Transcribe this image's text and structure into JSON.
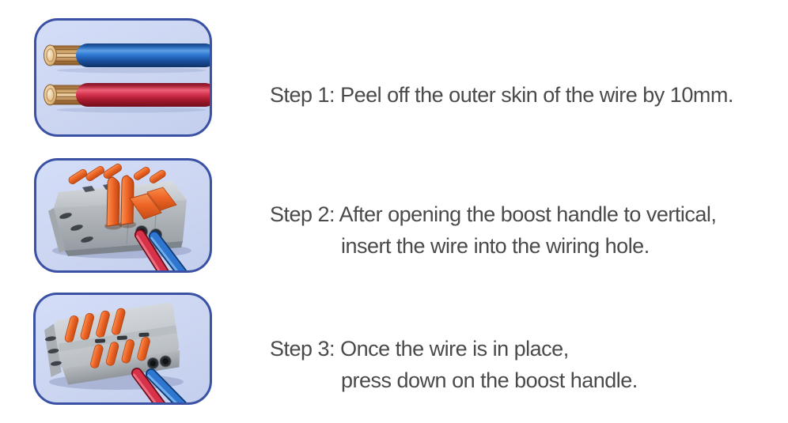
{
  "colors": {
    "page_background": "#ffffff",
    "panel_border": "#3b51a3",
    "panel_bg": "#ccd6f1",
    "text_color": "#4a4a4a",
    "wire_blue": "#2e76cf",
    "wire_red": "#d8314a",
    "copper": "#e8cb9c",
    "lever_orange": "#ee6527",
    "connector_gray": "#b3b8bd"
  },
  "steps": [
    {
      "illustration": "stripped-wires-illustration",
      "lines": [
        "Step 1: Peel off the outer skin of the wire by 10mm."
      ]
    },
    {
      "illustration": "connector-levers-open-illustration",
      "lines": [
        "Step 2: After opening the boost handle to vertical,",
        "insert the wire into the wiring hole."
      ]
    },
    {
      "illustration": "connector-levers-closed-illustration",
      "lines": [
        "Step 3: Once the wire is in place,",
        "press down on the boost handle."
      ]
    }
  ]
}
